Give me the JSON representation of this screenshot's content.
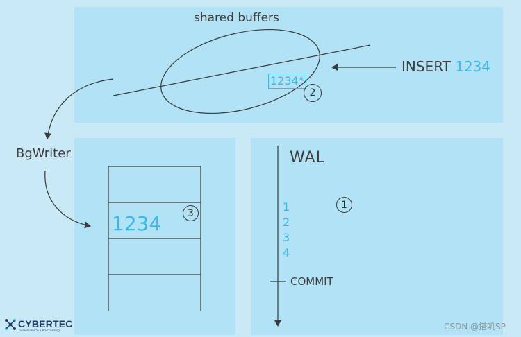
{
  "shared_buffers": {
    "label": "shared buffers",
    "buffer_value": "1234*",
    "step_badge": "2"
  },
  "insert": {
    "keyword": "INSERT",
    "value": "1234"
  },
  "bgwriter": {
    "label": "BgWriter"
  },
  "table": {
    "value": "1234",
    "step_badge": "3"
  },
  "wal": {
    "label": "WAL",
    "entries": [
      "1",
      "2",
      "3",
      "4"
    ],
    "commit_label": "COMMIT",
    "step_badge": "1"
  },
  "branding": {
    "logo_name": "CYBERTEC",
    "logo_tagline": "DATA SCIENCE & POSTGRESQL",
    "watermark": "CSDN @搭叽SP"
  },
  "colors": {
    "background": "#c9e9f7",
    "panel": "#b1e2f6",
    "accent_blue": "#3db7e6",
    "line": "#3a3a3a"
  }
}
